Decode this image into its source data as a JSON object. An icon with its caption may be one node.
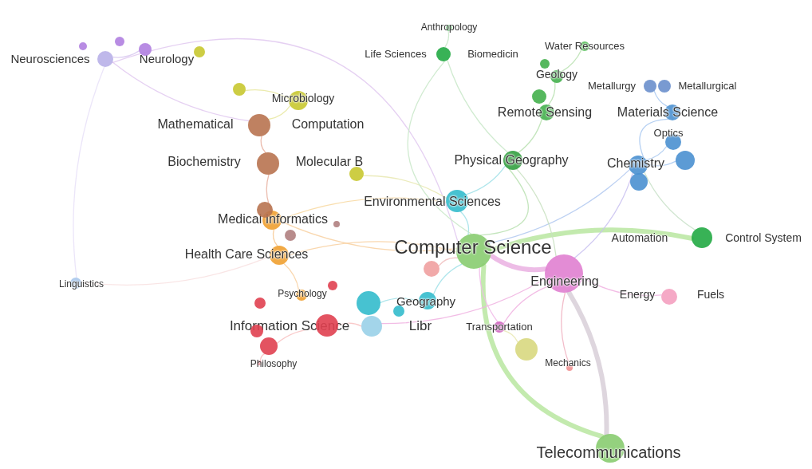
{
  "diagram": {
    "nodes": [
      {
        "text": [
          "Neurosciences",
          "Neurology"
        ]
      },
      {
        "text": [
          "Anthropology"
        ]
      },
      {
        "text": [
          "Life Sciences",
          "Biomedicin"
        ]
      },
      {
        "text": [
          "Water Resources"
        ]
      },
      {
        "text": [
          "Geology"
        ]
      },
      {
        "text": [
          "Metallurgy",
          "Metallurgical"
        ]
      },
      {
        "text": [
          "Microbiology"
        ]
      },
      {
        "text": [
          "Mathematical",
          "Computation"
        ]
      },
      {
        "text": [
          "Remote Sensing"
        ]
      },
      {
        "text": [
          "Materials Science"
        ]
      },
      {
        "text": [
          "Optics"
        ]
      },
      {
        "text": [
          "Biochemistry",
          "Molecular B"
        ]
      },
      {
        "text": [
          "Physical Geography"
        ]
      },
      {
        "text": [
          "Chemistry"
        ]
      },
      {
        "text": [
          "Environmental Sciences"
        ]
      },
      {
        "text": [
          "Medical Informatics"
        ]
      },
      {
        "text": [
          "Computer Science"
        ]
      },
      {
        "text": [
          "Automation",
          "Control System"
        ]
      },
      {
        "text": [
          "Health Care Sciences"
        ]
      },
      {
        "text": [
          "Engineering"
        ]
      },
      {
        "text": [
          "Linguistics"
        ]
      },
      {
        "text": [
          "Psychology"
        ]
      },
      {
        "text": [
          "Geography"
        ]
      },
      {
        "text": [
          "Energy",
          "Fuels"
        ]
      },
      {
        "text": [
          "Information Science",
          "Libr"
        ]
      },
      {
        "text": [
          "Transportation"
        ]
      },
      {
        "text": [
          "Philosophy"
        ]
      },
      {
        "text": [
          "Mechanics"
        ]
      },
      {
        "text": [
          "Telecommunications"
        ]
      },
      {
        "text": [],
        "shape": "circle"
      },
      {
        "text": [],
        "shape": "circle"
      },
      {
        "text": [],
        "shape": "circle"
      },
      {
        "text": [],
        "shape": "circle"
      },
      {
        "text": [],
        "shape": "circle"
      },
      {
        "text": [],
        "shape": "circle"
      },
      {
        "text": [],
        "shape": "circle"
      },
      {
        "text": [],
        "shape": "circle"
      },
      {
        "text": [],
        "shape": "circle"
      },
      {
        "text": [],
        "shape": "circle"
      },
      {
        "text": [],
        "shape": "circle"
      },
      {
        "text": [],
        "shape": "circle"
      },
      {
        "text": [],
        "shape": "circle"
      },
      {
        "text": [],
        "shape": "circle"
      },
      {
        "text": [],
        "shape": "circle"
      },
      {
        "text": [],
        "shape": "circle"
      },
      {
        "text": [],
        "shape": "circle"
      },
      {
        "text": [],
        "shape": "circle"
      },
      {
        "text": [],
        "shape": "circle"
      },
      {
        "text": [],
        "shape": "circle"
      },
      {
        "text": [],
        "shape": "circle"
      },
      {
        "text": [],
        "shape": "circle"
      },
      {
        "text": [],
        "shape": "circle"
      }
    ],
    "edges": [
      {
        "from": 16,
        "to": 28,
        "arrow": "none",
        "style": "thick",
        "color": "#b8e6a0"
      },
      {
        "from": 19,
        "to": 28,
        "arrow": "none",
        "style": "thick",
        "color": "#d8cfd8"
      },
      {
        "from": 16,
        "to": 17,
        "arrow": "none",
        "style": "thick",
        "color": "#b8e6a0"
      },
      {
        "from": 16,
        "to": 19,
        "arrow": "none",
        "style": "thick",
        "color": "#eab0e2"
      },
      {
        "from": 16,
        "to": 14,
        "arrow": "none",
        "color": "#a0e0e8"
      },
      {
        "from": 16,
        "to": 22,
        "arrow": "none",
        "color": "#a0e0e8"
      },
      {
        "from": 16,
        "to": 12,
        "arrow": "none",
        "color": "#b8e0b0"
      },
      {
        "from": 16,
        "to": 13,
        "arrow": "none",
        "color": "#b0c8f0"
      },
      {
        "from": 16,
        "to": 15,
        "arrow": "none",
        "color": "#f8d0a0"
      },
      {
        "from": 16,
        "to": 18,
        "arrow": "none",
        "color": "#f8d0a0"
      },
      {
        "from": 16,
        "to": 0,
        "arrow": "none",
        "color": "#e0c8f0"
      },
      {
        "from": 16,
        "to": 25,
        "arrow": "none",
        "color": "#f0b8e8"
      },
      {
        "from": 16,
        "to": 43,
        "arrow": "none",
        "color": "#f0c0c0"
      },
      {
        "from": 19,
        "to": 23,
        "arrow": "none",
        "color": "#f0b0e0"
      },
      {
        "from": 19,
        "to": 25,
        "arrow": "none",
        "color": "#f0b0e0"
      },
      {
        "from": 19,
        "to": 27,
        "arrow": "none",
        "color": "#f0b0c0"
      },
      {
        "from": 19,
        "to": 13,
        "arrow": "none",
        "color": "#c8c0f0"
      },
      {
        "from": 19,
        "to": 24,
        "arrow": "none",
        "color": "#f0b0e0"
      },
      {
        "from": 19,
        "to": 12,
        "arrow": "none",
        "color": "#c8e0c0"
      },
      {
        "from": 14,
        "to": 12,
        "arrow": "none",
        "color": "#a0e0e8"
      },
      {
        "from": 14,
        "to": 15,
        "arrow": "none",
        "color": "#f8d8a0"
      },
      {
        "from": 14,
        "to": 34,
        "arrow": "none",
        "color": "#e8e8b0"
      },
      {
        "from": 12,
        "to": 8,
        "arrow": "none",
        "color": "#b8e0b0"
      },
      {
        "from": 8,
        "to": 4,
        "arrow": "none",
        "color": "#b8e0b0"
      },
      {
        "from": 4,
        "to": 3,
        "arrow": "none",
        "color": "#b8e0b0"
      },
      {
        "from": 2,
        "to": 1,
        "arrow": "none",
        "color": "#c8e8c8"
      },
      {
        "from": 2,
        "to": 16,
        "arrow": "none",
        "color": "#c8e8c8"
      },
      {
        "from": 2,
        "to": 12,
        "arrow": "none",
        "color": "#c8e8c8"
      },
      {
        "from": 13,
        "to": 9,
        "arrow": "none",
        "color": "#a8c8f0"
      },
      {
        "from": 13,
        "to": 10,
        "arrow": "none",
        "color": "#a8c8f0"
      },
      {
        "from": 13,
        "to": 38,
        "arrow": "none",
        "color": "#a8c8f0"
      },
      {
        "from": 9,
        "to": 5,
        "arrow": "none",
        "color": "#a8c8f0"
      },
      {
        "from": 13,
        "to": 17,
        "arrow": "none",
        "color": "#c8e0c8"
      },
      {
        "from": 15,
        "to": 18,
        "arrow": "none",
        "color": "#f8c890"
      },
      {
        "from": 7,
        "to": 11,
        "arrow": "none",
        "color": "#e8b0a0"
      },
      {
        "from": 11,
        "to": 15,
        "arrow": "none",
        "color": "#e8b0a0"
      },
      {
        "from": 7,
        "to": 6,
        "arrow": "none",
        "color": "#e8e8a0"
      },
      {
        "from": 6,
        "to": 33,
        "arrow": "none",
        "color": "#e8e8a0"
      },
      {
        "from": 0,
        "to": 31,
        "arrow": "none",
        "color": "#d8c8f0"
      },
      {
        "from": 0,
        "to": 7,
        "arrow": "none",
        "color": "#e0c8f0"
      },
      {
        "from": 0,
        "to": 20,
        "arrow": "none",
        "color": "#e8e0f8"
      },
      {
        "from": 20,
        "to": 18,
        "arrow": "none",
        "color": "#f8e0e0"
      },
      {
        "from": 24,
        "to": 44,
        "arrow": "none",
        "color": "#f8c0c0"
      },
      {
        "from": 44,
        "to": 45,
        "arrow": "none",
        "color": "#f8c0c0"
      },
      {
        "from": 45,
        "to": 26,
        "arrow": "none",
        "color": "#f8c0c0"
      },
      {
        "from": 21,
        "to": 18,
        "arrow": "none",
        "color": "#f8d0a0"
      },
      {
        "from": 22,
        "to": 47,
        "arrow": "none",
        "color": "#a0e0e8"
      },
      {
        "from": 49,
        "to": 25,
        "arrow": "none",
        "color": "#e8e8b0"
      }
    ]
  }
}
